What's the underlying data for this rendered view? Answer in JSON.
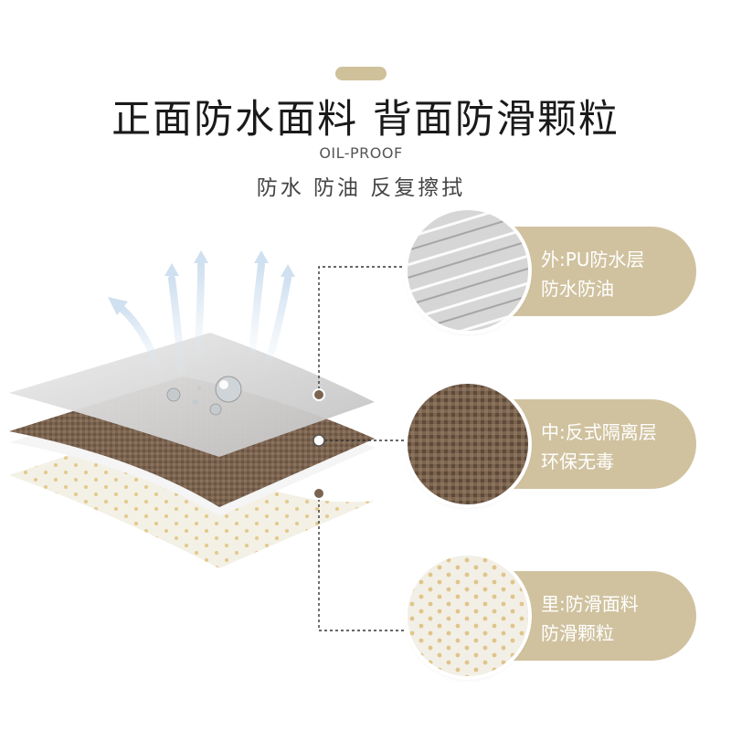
{
  "header": {
    "title": "正面防水面料 背面防滑颗粒",
    "subtitle_en": "OIL-PROOF",
    "subtitle_cn": "防水 防油 反复擦拭"
  },
  "layers": [
    {
      "title": "外:PU防水层",
      "sub": "防水防油",
      "texture": "silver-fiber"
    },
    {
      "title": "中:反式隔离层",
      "sub": "环保无毒",
      "texture": "brown-weave"
    },
    {
      "title": "里:防滑面料",
      "sub": "防滑颗粒",
      "texture": "white-dots"
    }
  ],
  "colors": {
    "accent": "#d0c29f",
    "brown": "#7a6450",
    "text": "#1a1a1a"
  }
}
